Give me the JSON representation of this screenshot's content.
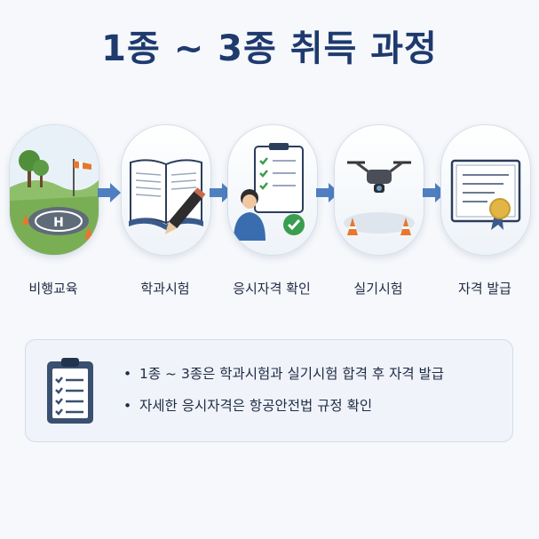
{
  "title": "1종 ~ 3종 취득 과정",
  "steps": [
    {
      "label": "비행교육",
      "icon": "helipad-training-field-icon"
    },
    {
      "label": "학과시험",
      "icon": "book-pencil-icon"
    },
    {
      "label": "응시자격 확인",
      "icon": "checklist-person-icon"
    },
    {
      "label": "실기시험",
      "icon": "drone-cones-icon"
    },
    {
      "label": "자격 발급",
      "icon": "certificate-icon"
    }
  ],
  "notes": {
    "icon": "clipboard-checklist-icon",
    "items": [
      "1종 ~ 3종은 학과시험과 실기시험 합격 후 자격 발급",
      "자세한 응시자격은 항공안전법 규정 확인"
    ]
  },
  "colors": {
    "title": "#1e3a6e",
    "arrow": "#4f7fc1",
    "accent_green": "#3a9d4f",
    "cone": "#e8772e"
  }
}
